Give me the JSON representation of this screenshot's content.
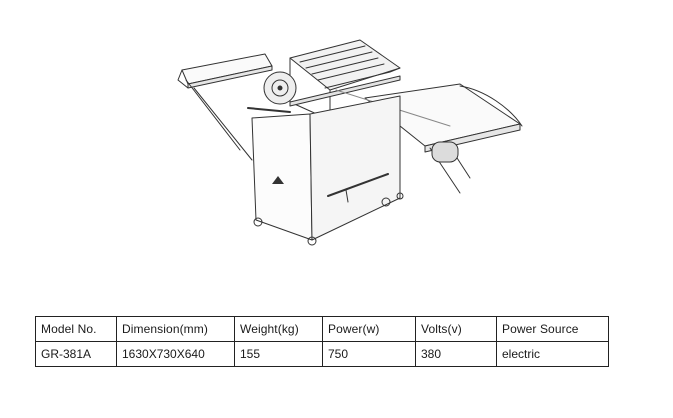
{
  "product_image": {
    "label": "GR-381A"
  },
  "specs": {
    "headers": [
      "Model No.",
      "Dimension(mm)",
      "Weight(kg)",
      "Power(w)",
      "Volts(v)",
      "Power Source"
    ],
    "rows": [
      [
        "GR-381A",
        "1630X730X640",
        "155",
        "750",
        "380",
        "electric"
      ]
    ]
  }
}
